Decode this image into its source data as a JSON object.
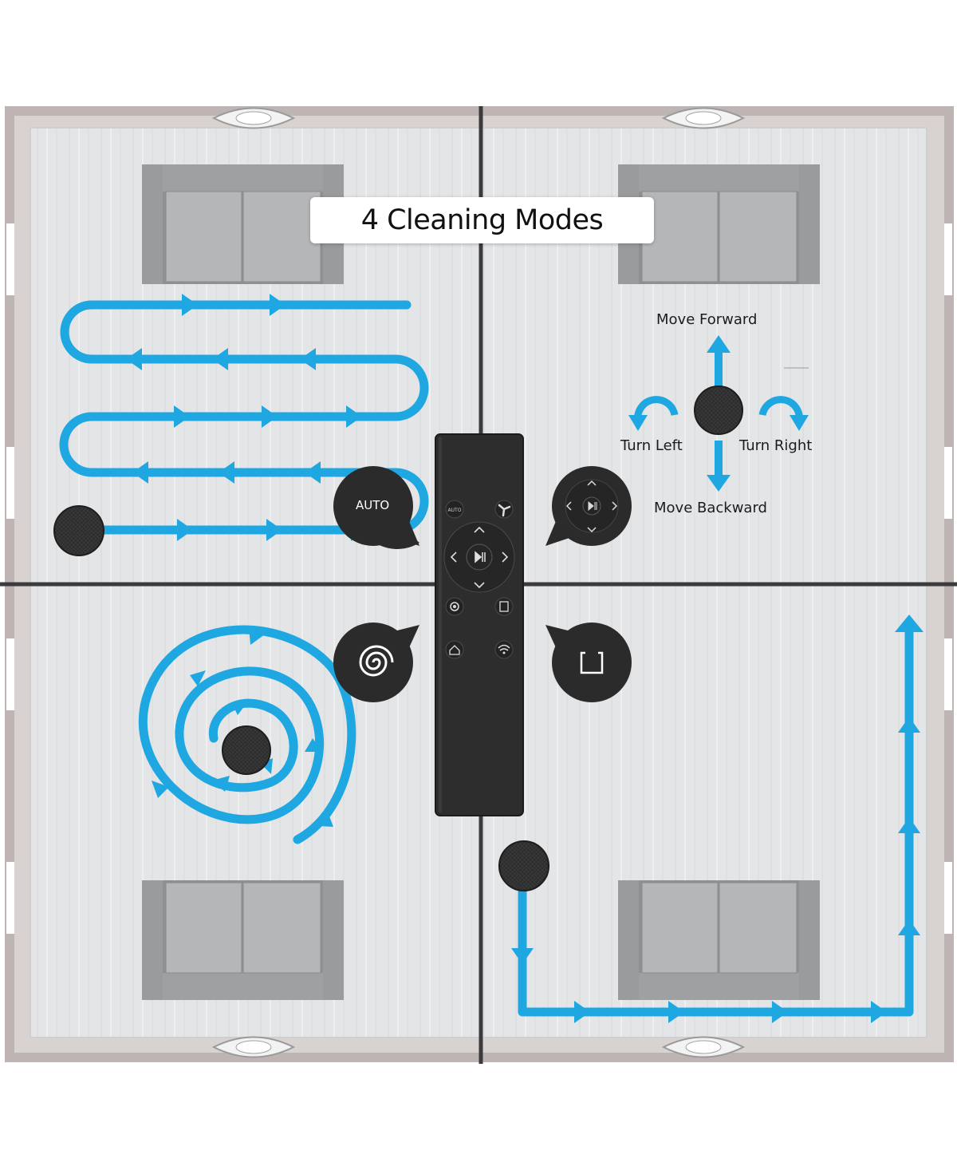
{
  "title": "4 Cleaning Modes",
  "directions": {
    "forward": "Move Forward",
    "backward": "Move Backward",
    "left": "Turn Left",
    "right": "Turn Right"
  },
  "callouts": {
    "auto": "AUTO"
  },
  "remote": {
    "auto_key": "AUTO"
  },
  "colors": {
    "path": "#1ea7e1",
    "robot": "#2a2a2a",
    "remote": "#2b2b2b",
    "floor": "#e3e4e6",
    "sofa": "#a6a7a9"
  },
  "icons": [
    "fan-icon",
    "spiral-icon",
    "edge-icon",
    "home-icon",
    "wifi-icon",
    "play-pause-icon",
    "chevron-up-icon",
    "chevron-down-icon",
    "chevron-left-icon",
    "chevron-right-icon"
  ]
}
